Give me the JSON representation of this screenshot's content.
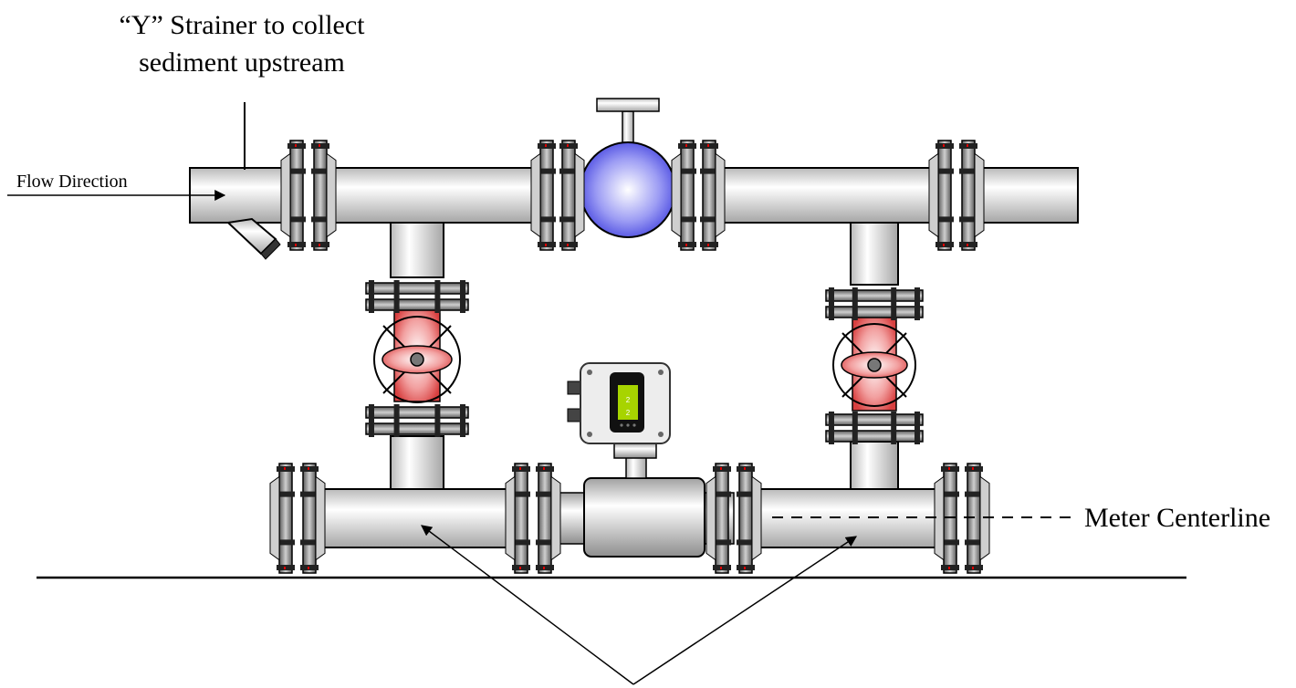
{
  "labels": {
    "strainer_line1": "“Y” Strainer to collect",
    "strainer_line2": "sediment upstream",
    "flow_direction": "Flow Direction",
    "meter_centerline": "Meter Centerline"
  },
  "meter_display": {
    "line1": "2",
    "line2": "2"
  },
  "colors": {
    "pipe": "#e6e6e6",
    "flange": "#8a8a8a",
    "ball_valve": "#5a5ae8",
    "butterfly_valve": "#e05050",
    "display": "#a7d400"
  },
  "icons": {
    "bypass_valve": "ball-valve-icon",
    "isolation_valves": "butterfly-valve-icon",
    "meter": "electromagnetic-flowmeter-icon",
    "strainer": "y-strainer-icon"
  }
}
